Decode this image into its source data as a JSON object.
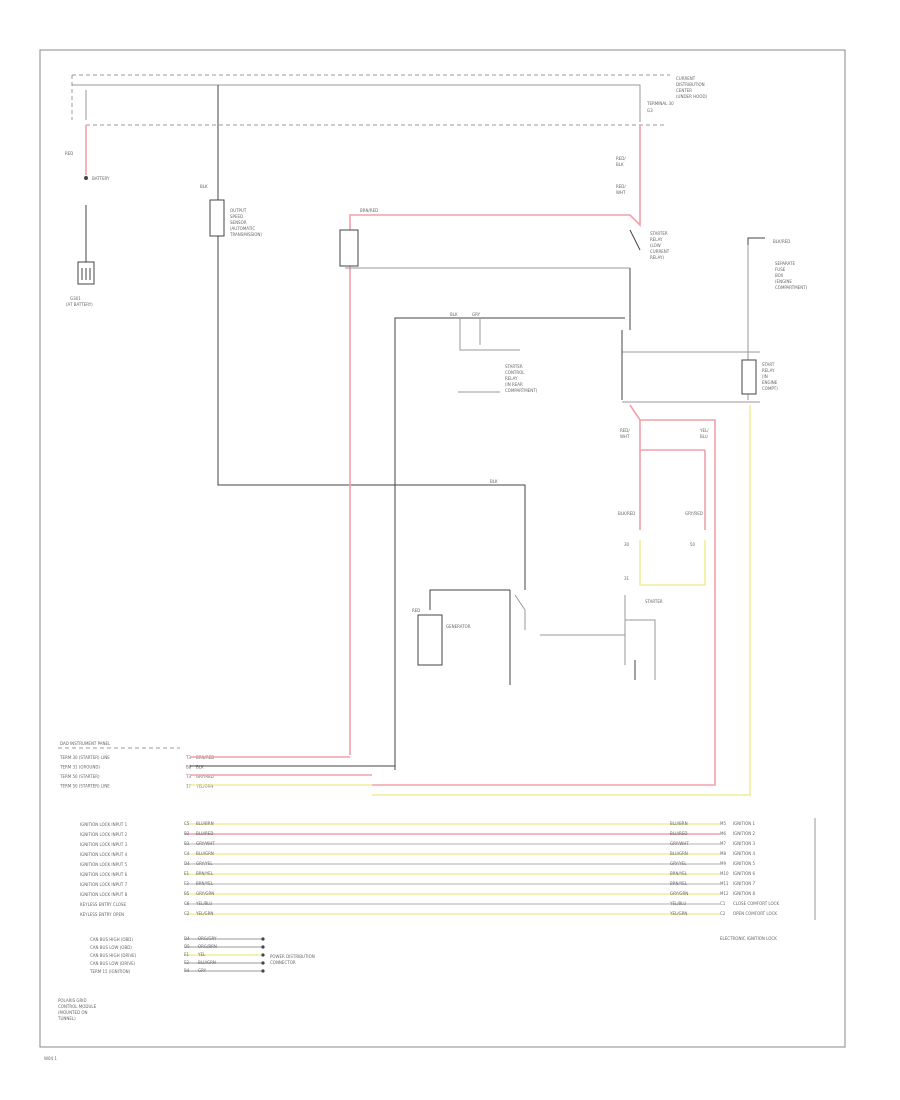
{
  "page_ref": "W04 1",
  "colors": {
    "power": "#f2a0a8",
    "signal": "#eeee99",
    "ground": "#444444",
    "frame": "#888888"
  },
  "top_component": [
    "CURRENT",
    "DISTRIBUTION",
    "CENTER",
    "(UNDER HOOD)"
  ],
  "battery": {
    "wire": "RED",
    "label": "BATTERY",
    "ground_label": [
      "G301",
      "(AT BATTERY)"
    ]
  },
  "left_module": {
    "wire": "BLK",
    "label": [
      "OUTPUT",
      "SPEED",
      "SENSOR",
      "(AUTOMATIC",
      "TRANSMISSION)"
    ]
  },
  "relay_top": {
    "wire": "BRN/RED",
    "label": [
      "STARTER",
      "RELAY",
      "(LOW",
      "CURRENT",
      "RELAY)"
    ]
  },
  "fuse_top": {
    "wires": [
      "RED/",
      "BLK",
      "RED/",
      "WHT"
    ]
  },
  "right_relay": {
    "label": [
      "SEPARATE",
      "FUSE",
      "BOX",
      "(ENGINE",
      "COMPARTMENT)"
    ],
    "wire": "BLK/RED"
  },
  "right_fuse": {
    "label": [
      "START",
      "RELAY",
      "(IN",
      "ENGINE",
      "COMPT)"
    ]
  },
  "mid_relay": {
    "label": [
      "STARTER",
      "CONTROL",
      "RELAY",
      "(IN REAR",
      "COMPARTMENT)"
    ],
    "wires": [
      "BLK",
      "GRY"
    ]
  },
  "mid_wires": [
    "RED/",
    "WHT",
    "YEL/",
    "BLU",
    "BLK/RED",
    "GRY/RED",
    "BLK"
  ],
  "starter": {
    "label": "STARTER",
    "pins": [
      "30",
      "50",
      "31"
    ]
  },
  "generator": {
    "label": "GENERATOR",
    "wire": "RED"
  },
  "top_connector": [
    "TERMINAL 30",
    "G3"
  ],
  "ecm_left_header": "DAD INSTRUMENT PANEL",
  "ecm_left_pins": [
    {
      "name": "TERM 30 (STARTER) LINE",
      "pin": "T3",
      "color": "BRN/RED"
    },
    {
      "name": "TERM 31 (GROUND)",
      "pin": "B8",
      "color": "BLK"
    },
    {
      "name": "TERM 50 (STARTER)",
      "pin": "T3",
      "color": "GRY/RED"
    },
    {
      "name": "TERM 50 (STARTER) LINE",
      "pin": "17",
      "color": "YEL/GRN"
    }
  ],
  "bus_rows": [
    {
      "name": "IGNITION LOCK INPUT 1",
      "pin_l": "C5",
      "color": "BLU/BRN",
      "pin_r": "M5",
      "dest": "IGNITION 1"
    },
    {
      "name": "IGNITION LOCK INPUT 2",
      "pin_l": "B2",
      "color": "BLU/RED",
      "pin_r": "M6",
      "dest": "IGNITION 2"
    },
    {
      "name": "IGNITION LOCK INPUT 3",
      "pin_l": "B3",
      "color": "GRY/WHT",
      "pin_r": "M7",
      "dest": "IGNITION 3"
    },
    {
      "name": "IGNITION LOCK INPUT 4",
      "pin_l": "C4",
      "color": "BLU/GRN",
      "pin_r": "M8",
      "dest": "IGNITION 4"
    },
    {
      "name": "IGNITION LOCK INPUT 5",
      "pin_l": "D4",
      "color": "GRY/YEL",
      "pin_r": "M9",
      "dest": "IGNITION 5"
    },
    {
      "name": "IGNITION LOCK INPUT 6",
      "pin_l": "E1",
      "color": "BRN/YEL",
      "pin_r": "M10",
      "dest": "IGNITION 6"
    },
    {
      "name": "IGNITION LOCK INPUT 7",
      "pin_l": "F3",
      "color": "BRN/YEL",
      "pin_r": "M11",
      "dest": "IGNITION 7"
    },
    {
      "name": "IGNITION LOCK INPUT 8",
      "pin_l": "B5",
      "color": "GRY/GRN",
      "pin_r": "M12",
      "dest": "IGNITION 8"
    },
    {
      "name": "KEYLESS ENTRY CLOSE",
      "pin_l": "C6",
      "color": "YEL/BLU",
      "pin_r": "C1",
      "dest": "CLOSE COMFORT LOCK"
    },
    {
      "name": "KEYLESS ENTRY OPEN",
      "pin_l": "C2",
      "color": "YEL/GRN",
      "pin_r": "C2",
      "dest": "OPEN COMFORT LOCK"
    }
  ],
  "bus_right_label": "ELECTRONIC IGNITION LOCK",
  "can_rows": [
    {
      "name": "CAN BUS HIGH (OBD)",
      "pin": "D4",
      "color": "ORG/GRY"
    },
    {
      "name": "CAN BUS LOW (OBD)",
      "pin": "D5",
      "color": "ORG/BRN"
    },
    {
      "name": "CAN BUS HIGH (DRIVE)",
      "pin": "E1",
      "color": "YEL"
    },
    {
      "name": "CAN BUS LOW (DRIVE)",
      "pin": "E2",
      "color": "BLU/GRN"
    },
    {
      "name": "TERM 15 (IGNITION)",
      "pin": "B4",
      "color": "GRY"
    }
  ],
  "can_label": [
    "POWER DISTRIBUTION",
    "CONNECTOR"
  ],
  "ecm_caption": [
    "POLARIS GRID",
    "CONTROL MODULE",
    "(MOUNTED ON",
    "TUNNEL)"
  ]
}
